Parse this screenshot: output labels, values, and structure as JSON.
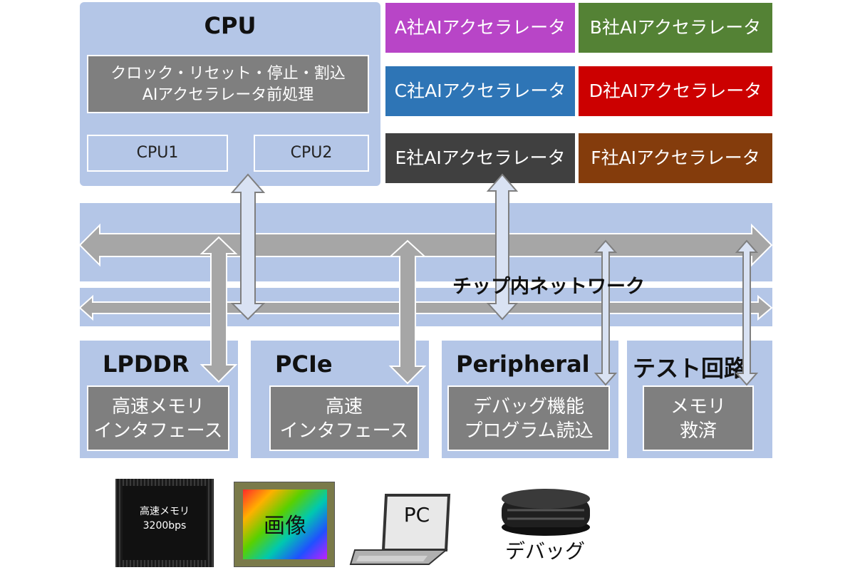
{
  "cpu": {
    "title": "CPU",
    "preproc_line1": "クロック・リセット・停止・割込",
    "preproc_line2": "AIアクセラレータ前処理",
    "core1": "CPU1",
    "core2": "CPU2"
  },
  "accelerators": [
    {
      "label": "A社AIアクセラレータ",
      "color": "#b845c7"
    },
    {
      "label": "B社AIアクセラレータ",
      "color": "#548235"
    },
    {
      "label": "C社AIアクセラレータ",
      "color": "#2e75b6"
    },
    {
      "label": "D社AIアクセラレータ",
      "color": "#cc0000"
    },
    {
      "label": "E社AIアクセラレータ",
      "color": "#404040"
    },
    {
      "label": "F社AIアクセラレータ",
      "color": "#843c0c"
    }
  ],
  "network": {
    "label": "チップ内ネットワーク"
  },
  "blocks": {
    "lpddr": {
      "title": "LPDDR",
      "line1": "高速メモリ",
      "line2": "インタフェース"
    },
    "pcie": {
      "title": "PCIe",
      "line1": "高速",
      "line2": "インタフェース"
    },
    "peripheral": {
      "title": "Peripheral",
      "line1": "デバッグ機能",
      "line2": "プログラム読込"
    },
    "test": {
      "title": "テスト回路",
      "line1": "メモリ",
      "line2": "救済"
    }
  },
  "devices": {
    "memory_chip_line1": "高速メモリ",
    "memory_chip_line2": "3200bps",
    "image_sensor": "画像",
    "pc": "PC",
    "debugger": "デバッグ"
  },
  "colors": {
    "block_bg": "#b4c6e7",
    "inner_box": "#7f7f7f",
    "arrow_fill": "#a6a6a6",
    "thin_arrow_fill": "#d9e2f3"
  }
}
